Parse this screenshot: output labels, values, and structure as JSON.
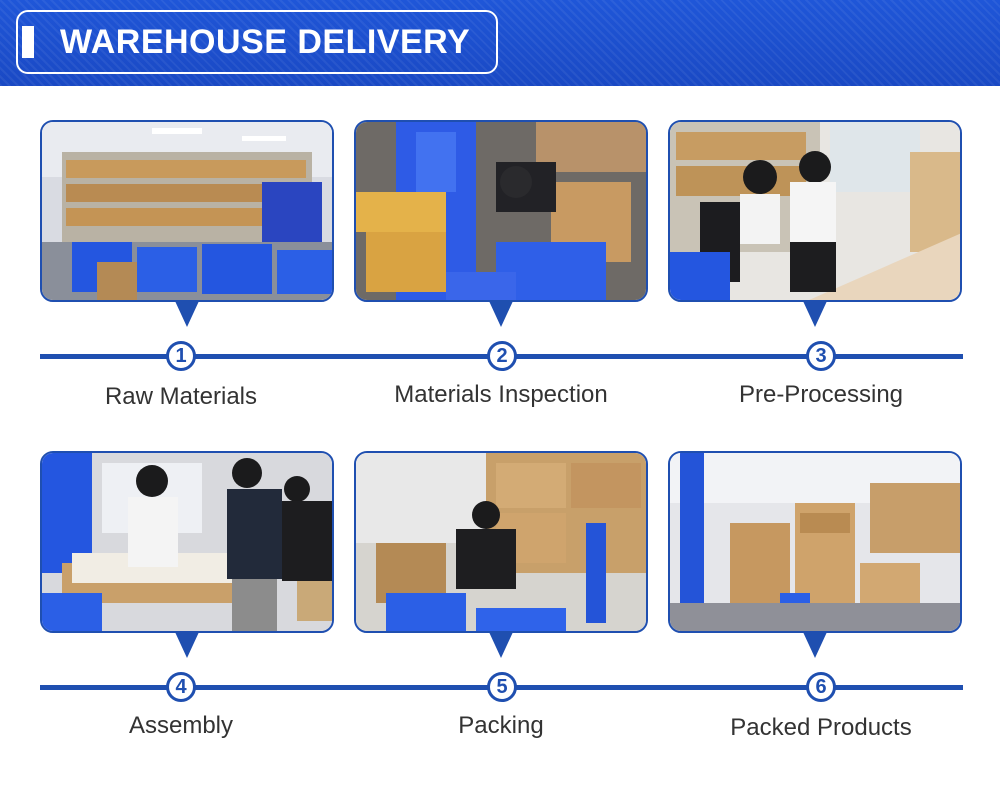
{
  "header": {
    "title": "WAREHOUSE DELIVERY"
  },
  "steps": [
    {
      "number": "1",
      "label": "Raw Materials"
    },
    {
      "number": "2",
      "label": "Materials Inspection"
    },
    {
      "number": "3",
      "label": "Pre-Processing"
    },
    {
      "number": "4",
      "label": "Assembly"
    },
    {
      "number": "5",
      "label": "Packing"
    },
    {
      "number": "6",
      "label": "Packed Products"
    }
  ]
}
